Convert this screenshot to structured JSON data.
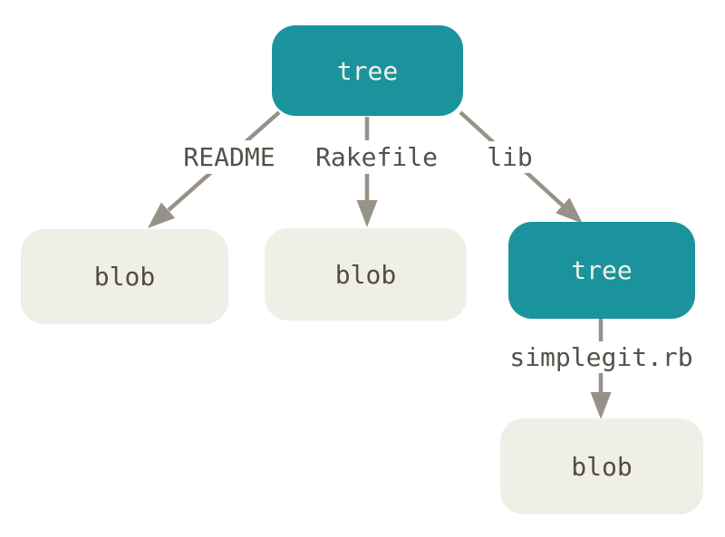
{
  "diagram": {
    "kind": "git-object-graph",
    "nodes": [
      {
        "id": "tree-root",
        "label": "tree",
        "type": "tree"
      },
      {
        "id": "blob-readme",
        "label": "blob",
        "type": "blob"
      },
      {
        "id": "blob-rakefile",
        "label": "blob",
        "type": "blob"
      },
      {
        "id": "tree-lib",
        "label": "tree",
        "type": "tree"
      },
      {
        "id": "blob-simplegit",
        "label": "blob",
        "type": "blob"
      }
    ],
    "edges": [
      {
        "from": "tree-root",
        "to": "blob-readme",
        "label": "README"
      },
      {
        "from": "tree-root",
        "to": "blob-rakefile",
        "label": "Rakefile"
      },
      {
        "from": "tree-root",
        "to": "tree-lib",
        "label": "lib"
      },
      {
        "from": "tree-lib",
        "to": "blob-simplegit",
        "label": "simplegit.rb"
      }
    ],
    "colors": {
      "tree_fill": "#1b939c",
      "blob_fill": "#f0efe7",
      "edge_stroke": "#98918a",
      "label_background": "#ffffff",
      "tree_text": "#f2f1ec",
      "blob_text": "#514c45",
      "label_text": "#55504a",
      "background": "#ffffff"
    }
  }
}
